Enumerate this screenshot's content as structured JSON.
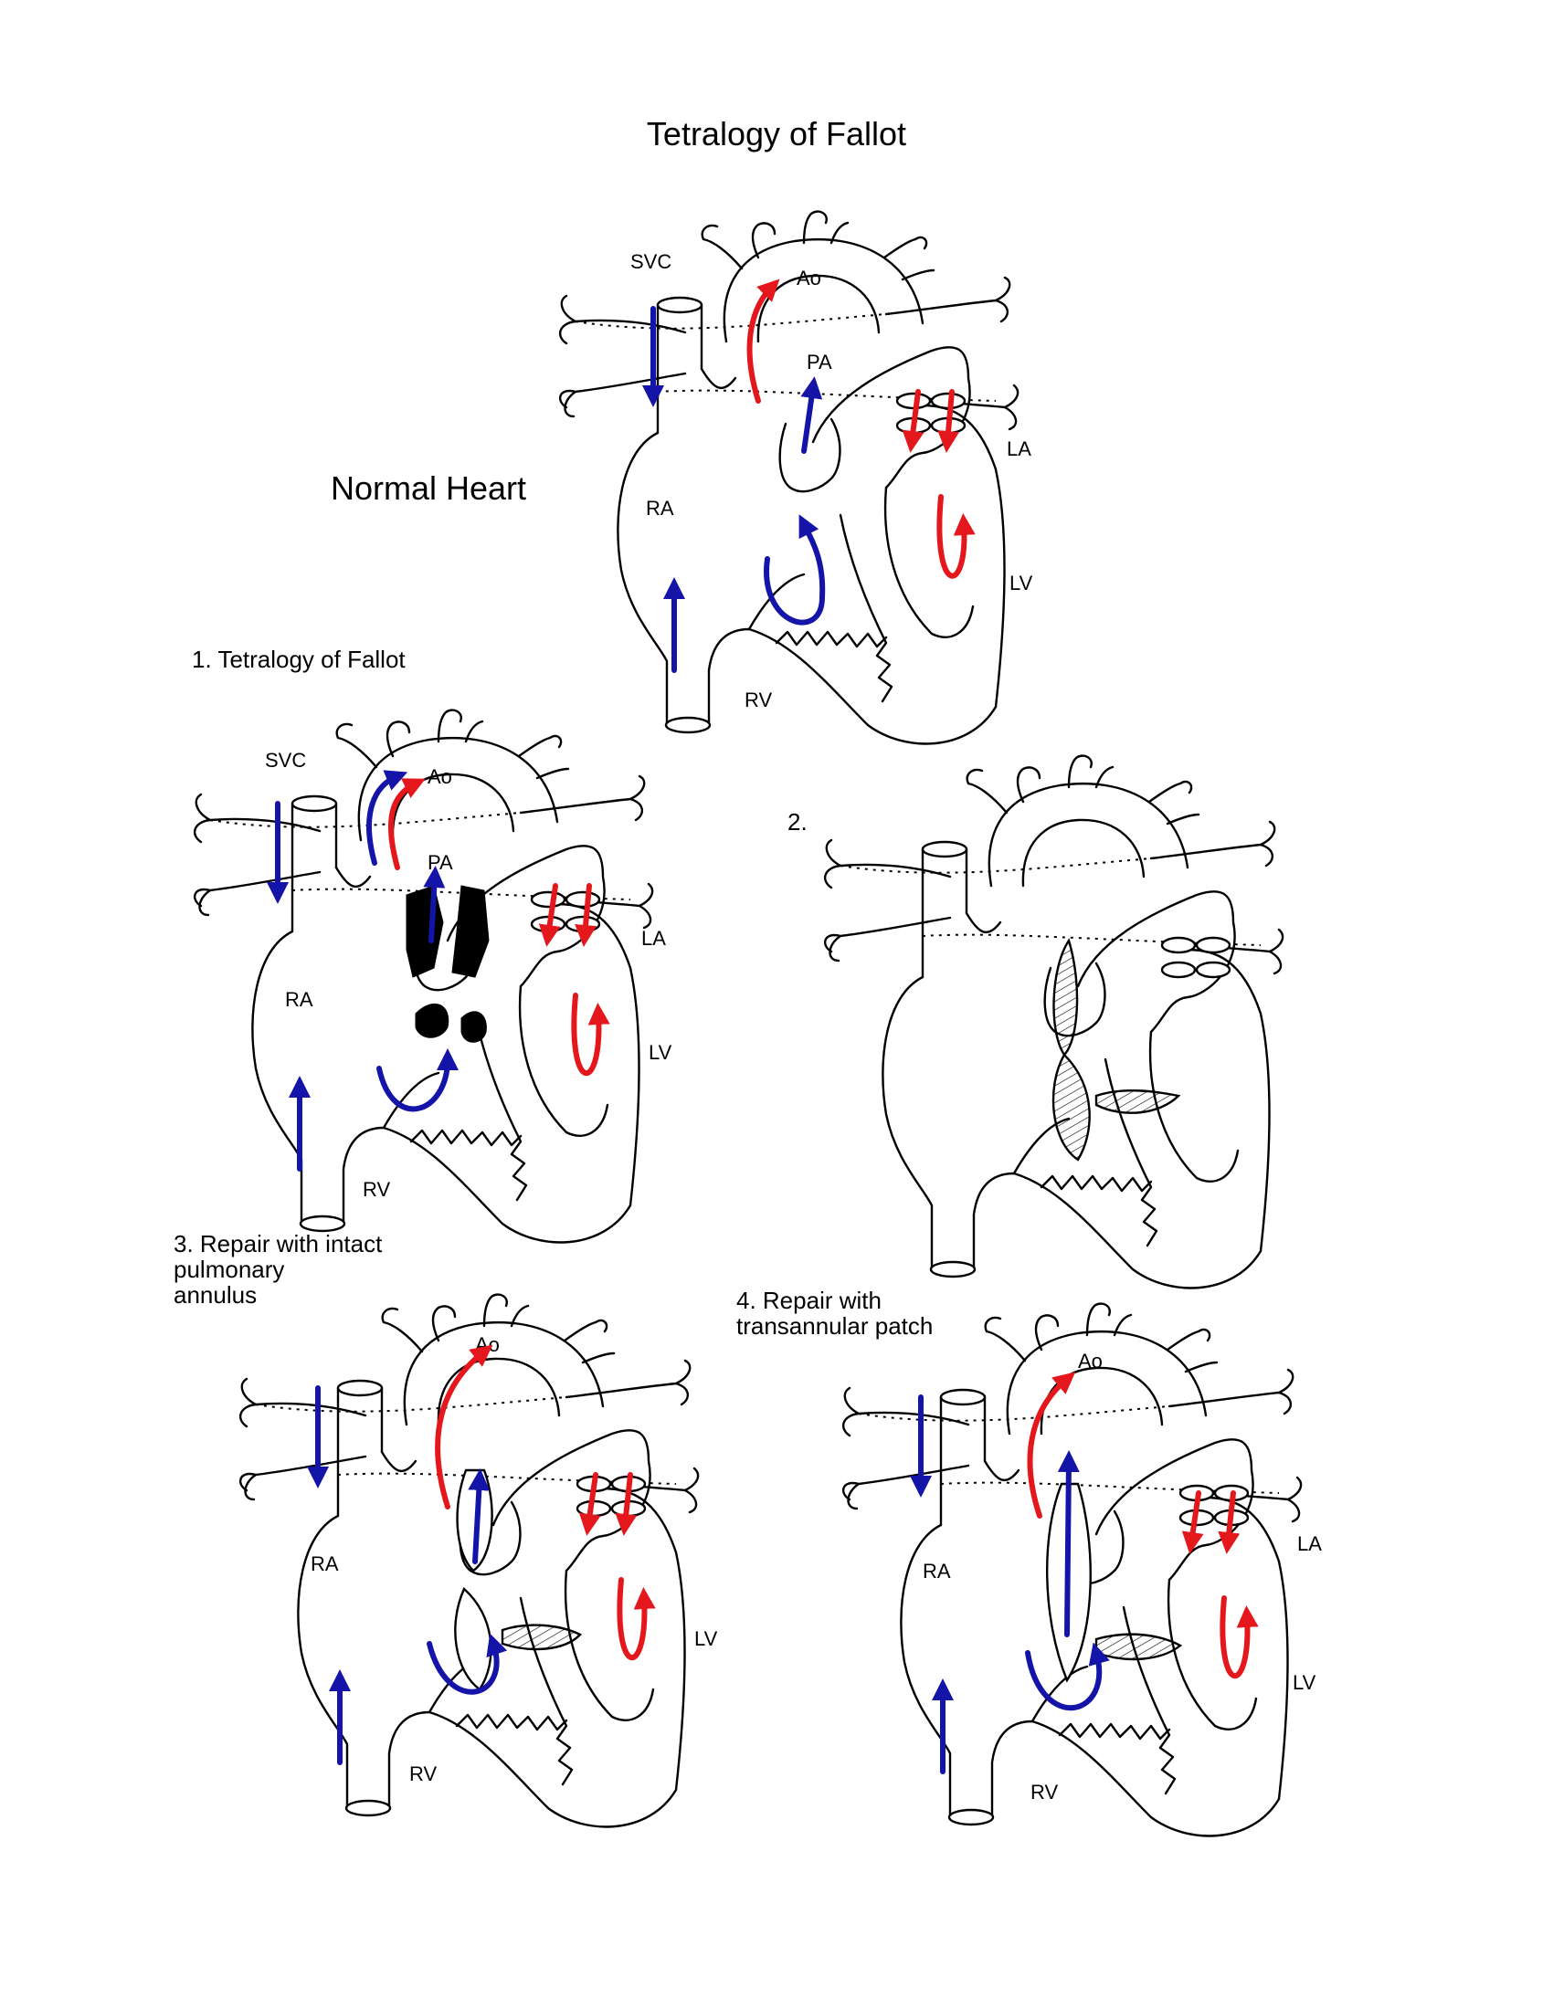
{
  "title": "Tetralogy of Fallot",
  "normal_heart": {
    "caption": "Normal Heart",
    "labels": {
      "svc": "SVC",
      "ao": "Ao",
      "pa": "PA",
      "la": "LA",
      "ra": "RA",
      "lv": "LV",
      "rv": "RV"
    }
  },
  "panel1": {
    "caption": "1. Tetralogy of Fallot",
    "labels": {
      "svc": "SVC",
      "ao": "Ao",
      "pa": "PA",
      "la": "LA",
      "ra": "RA",
      "lv": "LV",
      "rv": "RV"
    }
  },
  "panel2": {
    "caption": "2."
  },
  "panel3": {
    "caption": "3. Repair with intact\n   pulmonary\n   annulus",
    "labels": {
      "ao": "Ao",
      "ra": "RA",
      "lv": "LV",
      "rv": "RV"
    }
  },
  "panel4": {
    "caption": "4. Repair with\ntransannular patch",
    "labels": {
      "ao": "Ao",
      "la": "LA",
      "ra": "RA",
      "lv": "LV",
      "rv": "RV"
    }
  },
  "colors": {
    "deoxygenated_flow": "#1414a8",
    "oxygenated_flow": "#e3171c"
  }
}
